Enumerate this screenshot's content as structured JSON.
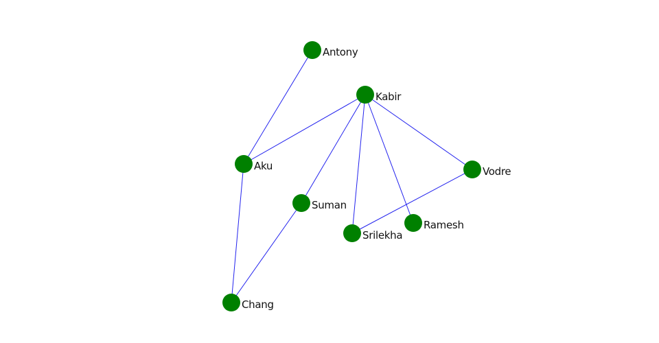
{
  "graph": {
    "colors": {
      "node": "#008000",
      "edge": "#2222ee",
      "label": "#111111"
    },
    "nodes": [
      {
        "id": "antony",
        "label": "Antony"
      },
      {
        "id": "kabir",
        "label": "Kabir"
      },
      {
        "id": "aku",
        "label": "Aku"
      },
      {
        "id": "vodre",
        "label": "Vodre"
      },
      {
        "id": "suman",
        "label": "Suman"
      },
      {
        "id": "ramesh",
        "label": "Ramesh"
      },
      {
        "id": "srilekha",
        "label": "Srilekha"
      },
      {
        "id": "chang",
        "label": "Chang"
      }
    ],
    "edges": [
      {
        "source": "antony",
        "target": "aku"
      },
      {
        "source": "kabir",
        "target": "aku"
      },
      {
        "source": "kabir",
        "target": "suman"
      },
      {
        "source": "kabir",
        "target": "srilekha"
      },
      {
        "source": "kabir",
        "target": "ramesh"
      },
      {
        "source": "kabir",
        "target": "vodre"
      },
      {
        "source": "vodre",
        "target": "srilekha"
      },
      {
        "source": "aku",
        "target": "chang"
      },
      {
        "source": "suman",
        "target": "chang"
      }
    ]
  }
}
